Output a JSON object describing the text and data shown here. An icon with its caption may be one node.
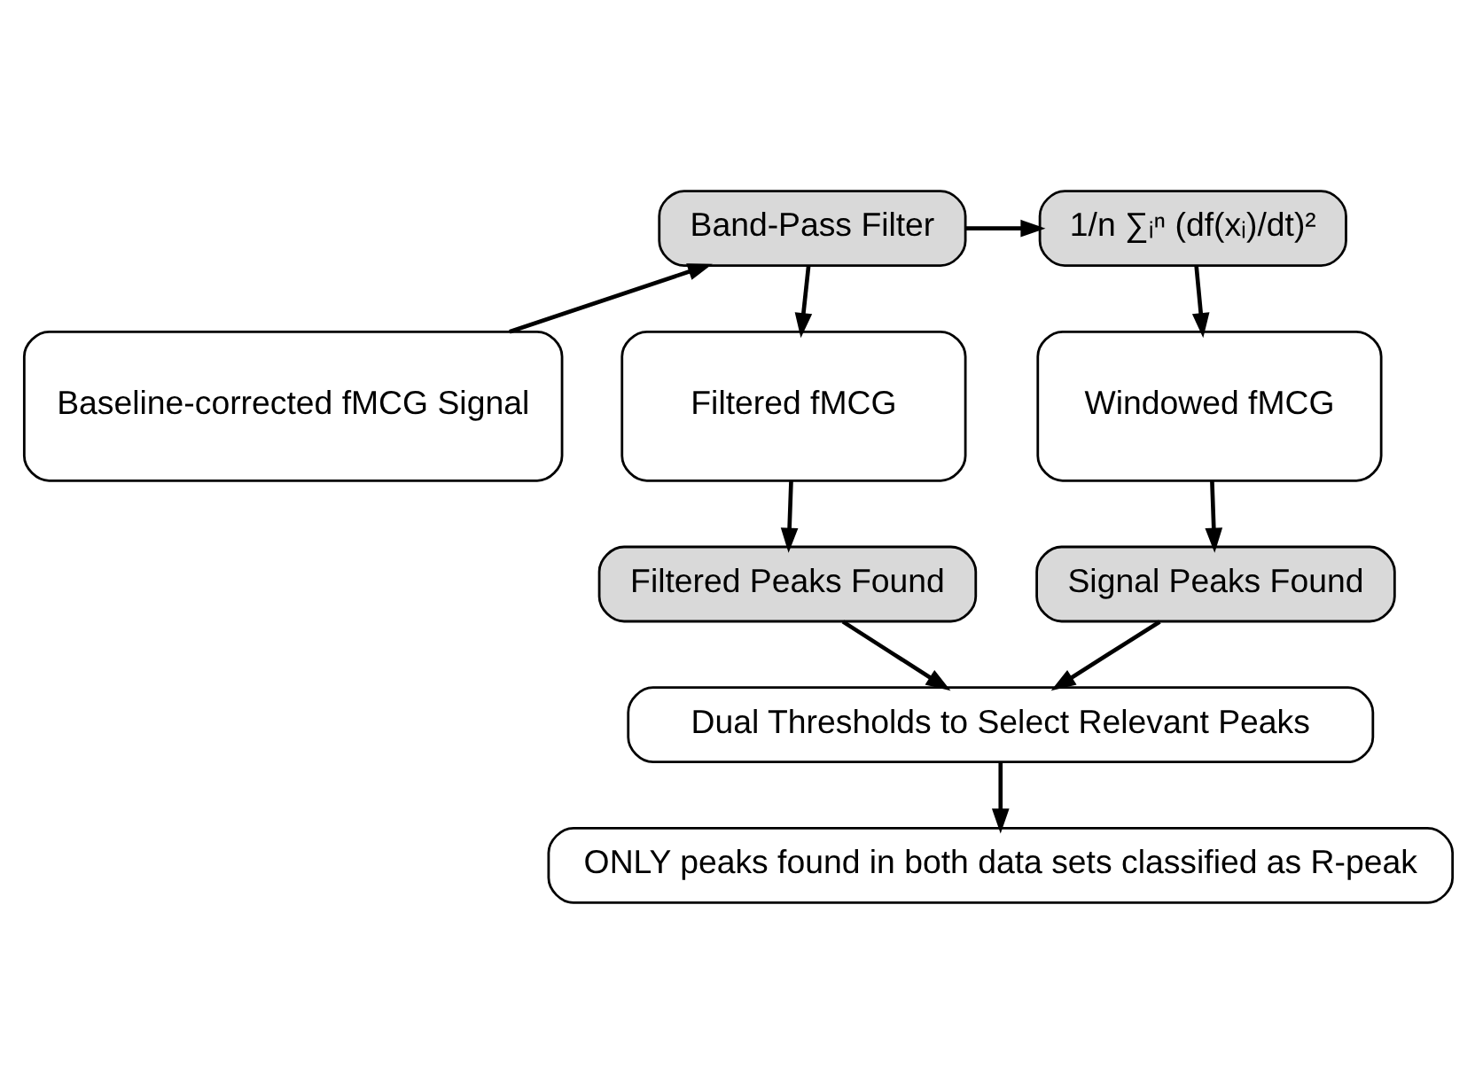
{
  "diagram": {
    "nodes": [
      {
        "text": [
          "Baseline-corrected fMCG Signal"
        ]
      },
      {
        "text": [
          "Band-Pass Filter"
        ]
      },
      {
        "text": [
          "1/n ∑ᵢⁿ (df(xᵢ)/dt)²"
        ]
      },
      {
        "text": [
          "Filtered fMCG"
        ]
      },
      {
        "text": [
          "Windowed fMCG"
        ]
      },
      {
        "text": [
          "Filtered Peaks Found"
        ]
      },
      {
        "text": [
          "Signal Peaks Found"
        ]
      },
      {
        "text": [
          "Dual Thresholds to Select Relevant Peaks"
        ]
      },
      {
        "text": [
          "ONLY peaks found in both data sets classified as R-peak"
        ]
      }
    ],
    "edges": [
      {
        "from": 0,
        "to": 1,
        "arrow": "to"
      },
      {
        "from": 1,
        "to": 2,
        "arrow": "to"
      },
      {
        "from": 1,
        "to": 3,
        "arrow": "to"
      },
      {
        "from": 2,
        "to": 4,
        "arrow": "to"
      },
      {
        "from": 3,
        "to": 5,
        "arrow": "to"
      },
      {
        "from": 4,
        "to": 6,
        "arrow": "to"
      },
      {
        "from": 5,
        "to": 7,
        "arrow": "to"
      },
      {
        "from": 6,
        "to": 7,
        "arrow": "to"
      },
      {
        "from": 7,
        "to": 8,
        "arrow": "to"
      }
    ]
  }
}
